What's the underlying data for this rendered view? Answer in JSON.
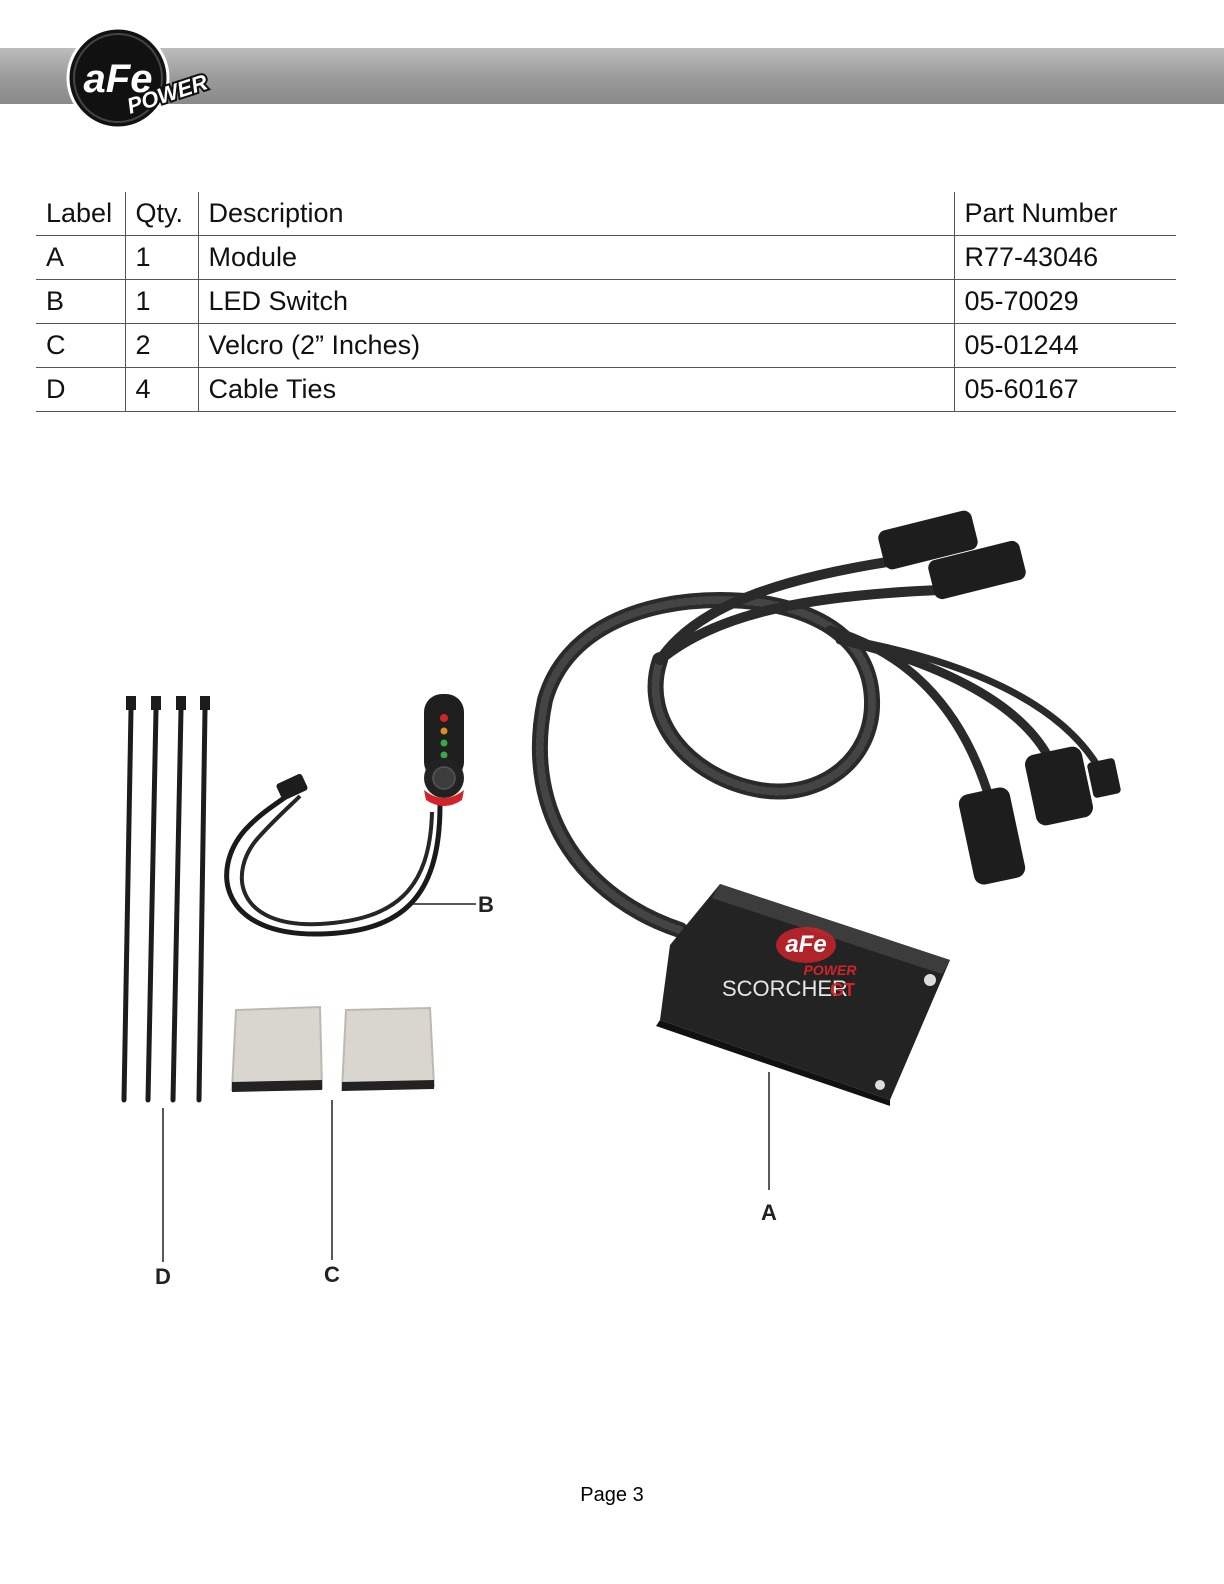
{
  "header": {
    "logo_text": "aFe",
    "logo_subtext": "POWER"
  },
  "table": {
    "headers": [
      "Label",
      "Qty.",
      "Description",
      "Part Number"
    ],
    "rows": [
      [
        "A",
        "1",
        "Module",
        "R77-43046"
      ],
      [
        "B",
        "1",
        "LED Switch",
        "05-70029"
      ],
      [
        "C",
        "2",
        "Velcro (2” Inches)",
        "05-01244"
      ],
      [
        "D",
        "4",
        "Cable Ties",
        "05-60167"
      ]
    ]
  },
  "figure": {
    "callouts": [
      "A",
      "B",
      "C",
      "D"
    ],
    "module_logo": "aFe",
    "module_logo_sub": "POWER",
    "module_brand": "SCORCHER",
    "module_brand_suffix": "GT"
  },
  "footer": {
    "page_label": "Page 3"
  },
  "colors": {
    "header_bar": "#9a9a9a",
    "brand_red": "#d2232a",
    "part_black": "#1b1b1b"
  }
}
